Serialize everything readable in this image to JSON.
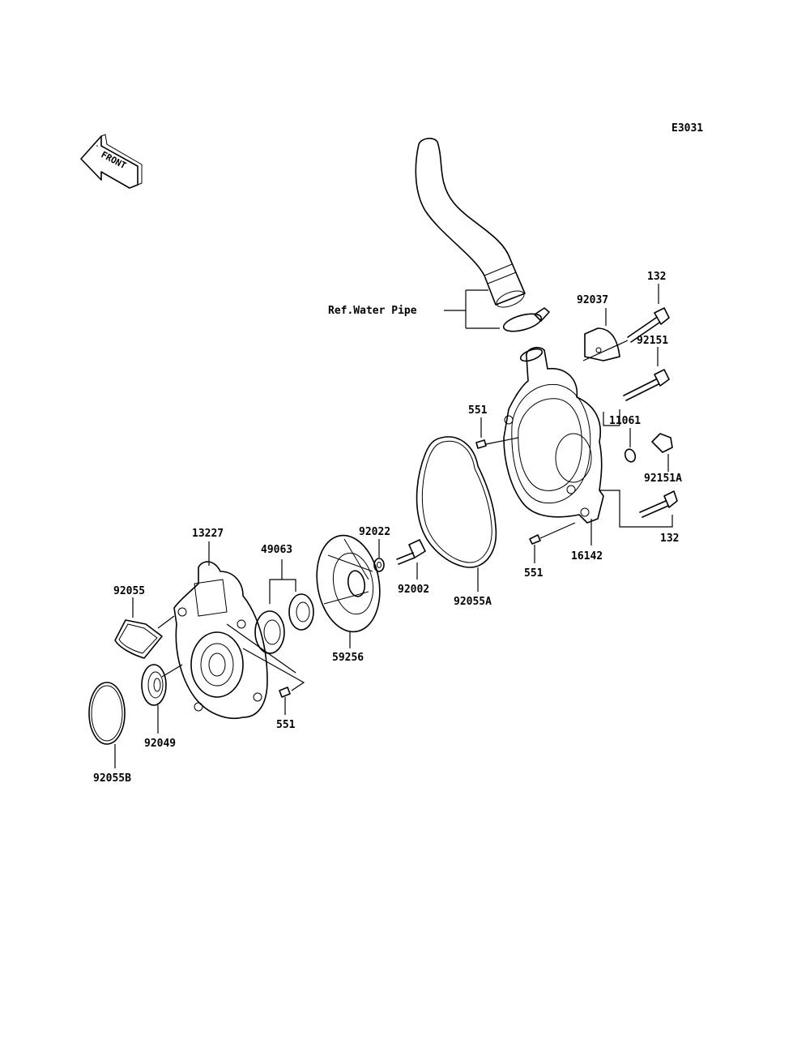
{
  "diagram_code": "E3031",
  "front_label": "FRONT",
  "reference_label": "Ref.Water Pipe",
  "parts": [
    {
      "id": "p132a",
      "label": "132"
    },
    {
      "id": "p92037",
      "label": "92037"
    },
    {
      "id": "p92151",
      "label": "92151"
    },
    {
      "id": "p551a",
      "label": "551"
    },
    {
      "id": "p11061",
      "label": "11061"
    },
    {
      "id": "p92151A",
      "label": "92151A"
    },
    {
      "id": "p132b",
      "label": "132"
    },
    {
      "id": "p16142",
      "label": "16142"
    },
    {
      "id": "p551b",
      "label": "551"
    },
    {
      "id": "p92022",
      "label": "92022"
    },
    {
      "id": "p92002",
      "label": "92002"
    },
    {
      "id": "p92055A",
      "label": "92055A"
    },
    {
      "id": "p13227",
      "label": "13227"
    },
    {
      "id": "p49063",
      "label": "49063"
    },
    {
      "id": "p92055",
      "label": "92055"
    },
    {
      "id": "p59256",
      "label": "59256"
    },
    {
      "id": "p551c",
      "label": "551"
    },
    {
      "id": "p92049",
      "label": "92049"
    },
    {
      "id": "p92055B",
      "label": "92055B"
    }
  ]
}
